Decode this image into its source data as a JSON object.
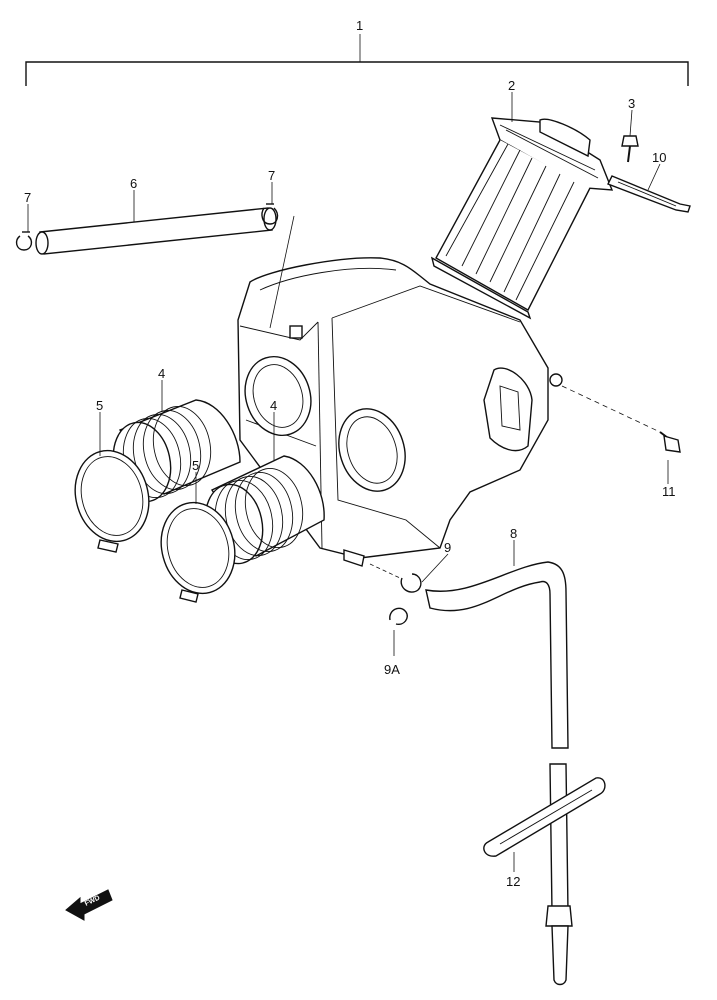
{
  "callouts": {
    "c1": "1",
    "c2": "2",
    "c3": "3",
    "c4a": "4",
    "c4b": "4",
    "c5a": "5",
    "c5b": "5",
    "c6": "6",
    "c7a": "7",
    "c7b": "7",
    "c8": "8",
    "c9": "9",
    "c9a": "9A",
    "c10": "10",
    "c11": "11",
    "c12": "12"
  },
  "fwd_label": "FWD"
}
